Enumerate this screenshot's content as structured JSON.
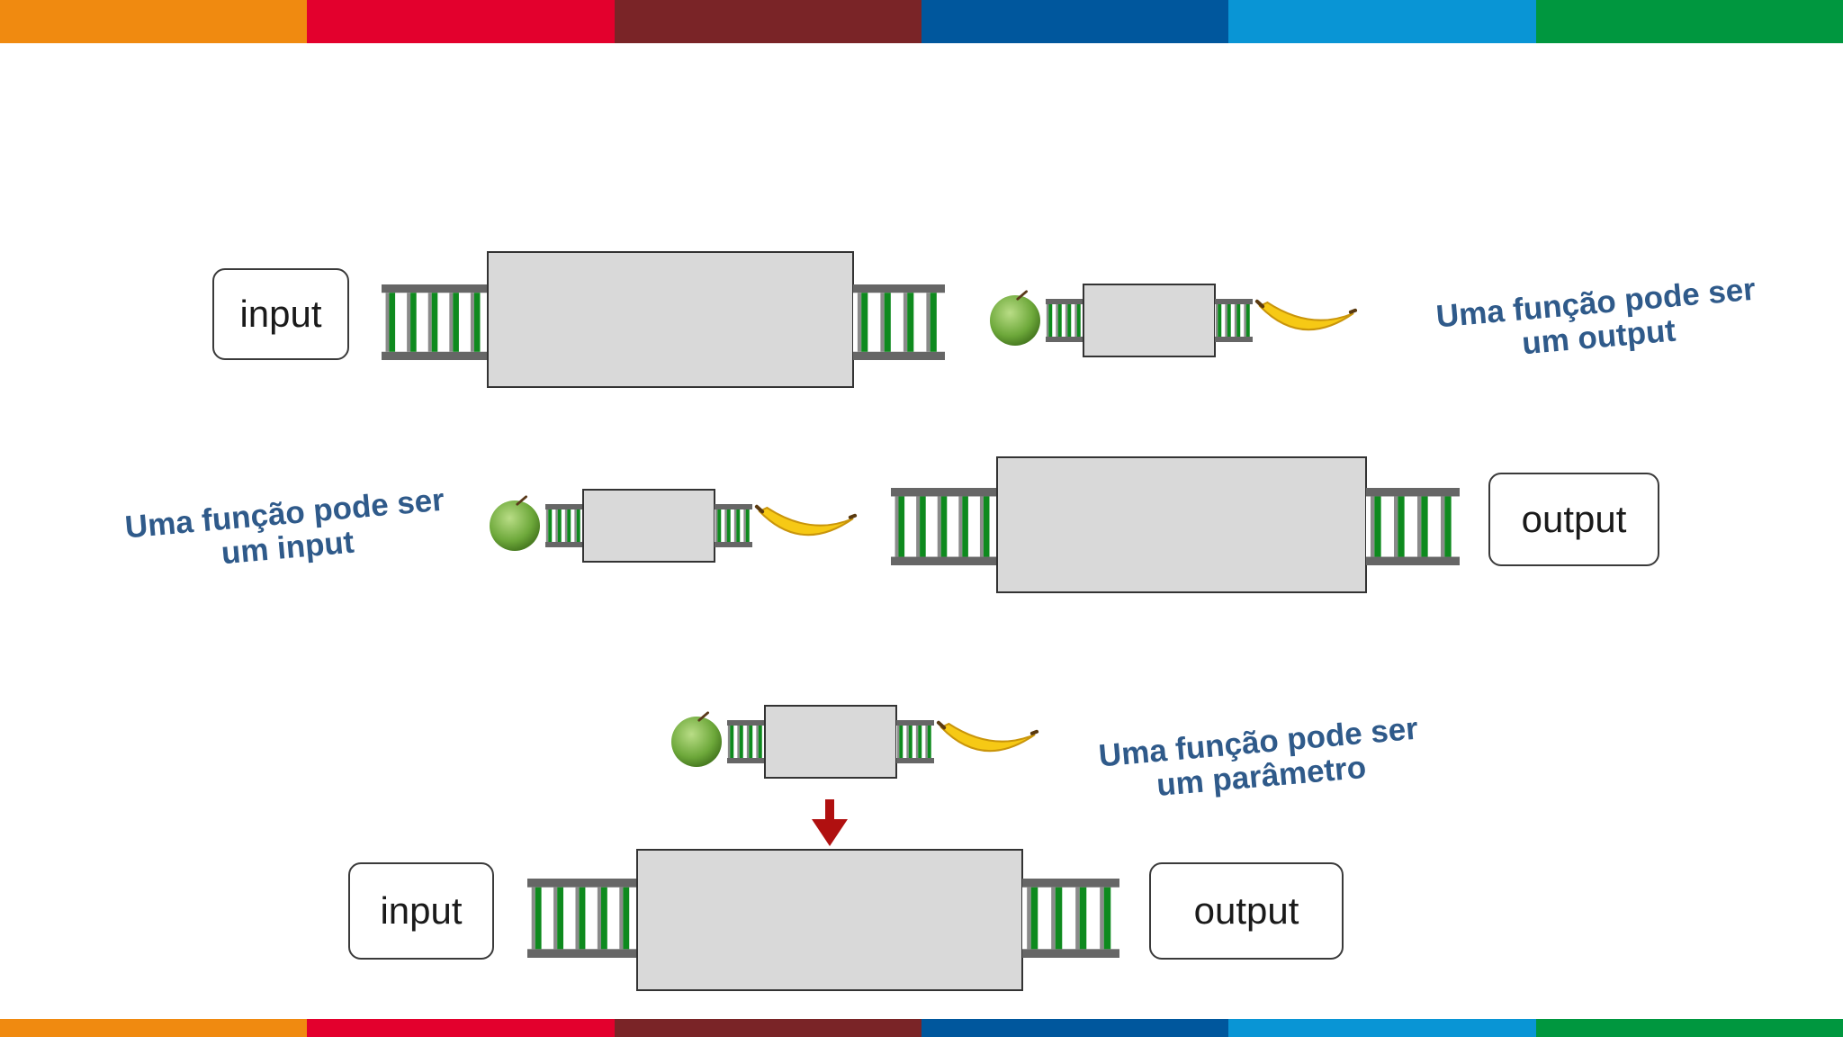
{
  "colors": {
    "stripes": [
      "#f08a10",
      "#e3002d",
      "#7a2427",
      "#00579d",
      "#0995d5",
      "#00973f"
    ],
    "caption": "#2f5a8a",
    "machine_fill": "#d9d9d9",
    "rail_gray": "#666666",
    "rail_green": "#0e8a1e",
    "arrow": "#b01010"
  },
  "top_row": {
    "input_label": "input",
    "caption_line1": "Uma função pode ser",
    "caption_line2": "um output"
  },
  "middle_row": {
    "caption_line1": "Uma função pode ser",
    "caption_line2": "um input",
    "output_label": "output"
  },
  "bottom_row": {
    "caption_line1": "Uma função pode ser",
    "caption_line2": "um parâmetro",
    "input_label": "input",
    "output_label": "output"
  },
  "icons": {
    "apple": "apple-icon",
    "banana": "banana-icon",
    "arrow": "arrow-down-icon"
  }
}
